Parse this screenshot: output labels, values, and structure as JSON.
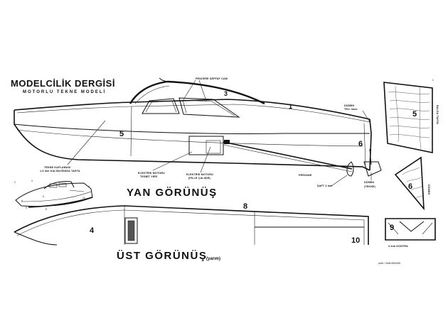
{
  "header": {
    "title": "MODELCİLİK DERGİSİ",
    "subtitle": "MOTORLU TEKNE MODELİ"
  },
  "views": {
    "side_view_label": "YAN GÖRÜNÜŞ",
    "top_view_label": "ÜST GÖRÜNÜŞ",
    "top_view_note": "(yarım)"
  },
  "part_numbers": {
    "p1": "1",
    "p3": "3",
    "p4": "4",
    "p5_side": "5",
    "p5_piece": "5",
    "p6_side": "6",
    "p6_piece": "6",
    "p8": "8",
    "p9": "9",
    "p10": "10",
    "corner_mark": "1"
  },
  "annotations": {
    "windshield": "PENCERE ŞEFFAF CAM",
    "hull_plywood": "TEKNE KAPLAMASI",
    "hull_plywood_2": "1,5 mm KALINLIĞINDA TAHTA",
    "motor_mount": "ELEKTRİK MOTORU",
    "motor_mount_2": "TESBİT YERİ",
    "motor_2": "ELEKTRİK MOTORU",
    "motor_2b": "(PİLLE ÇALIŞIR)",
    "shaft": "PERVANE",
    "shaft_2": "ŞAFT 3 mm",
    "rudder": "DÜMEN",
    "rudder_2": "(TEKNE)",
    "rudder_wire": "DÜMEN",
    "rudder_wire_2": "TELİ 3mm",
    "plywood_4mm": "4 mm KONTRA",
    "piece_5_note": "BALSA TAHTA",
    "piece_6_note": "DÜMEN",
    "signature": "çizim: İ.Halil ARASAN"
  }
}
